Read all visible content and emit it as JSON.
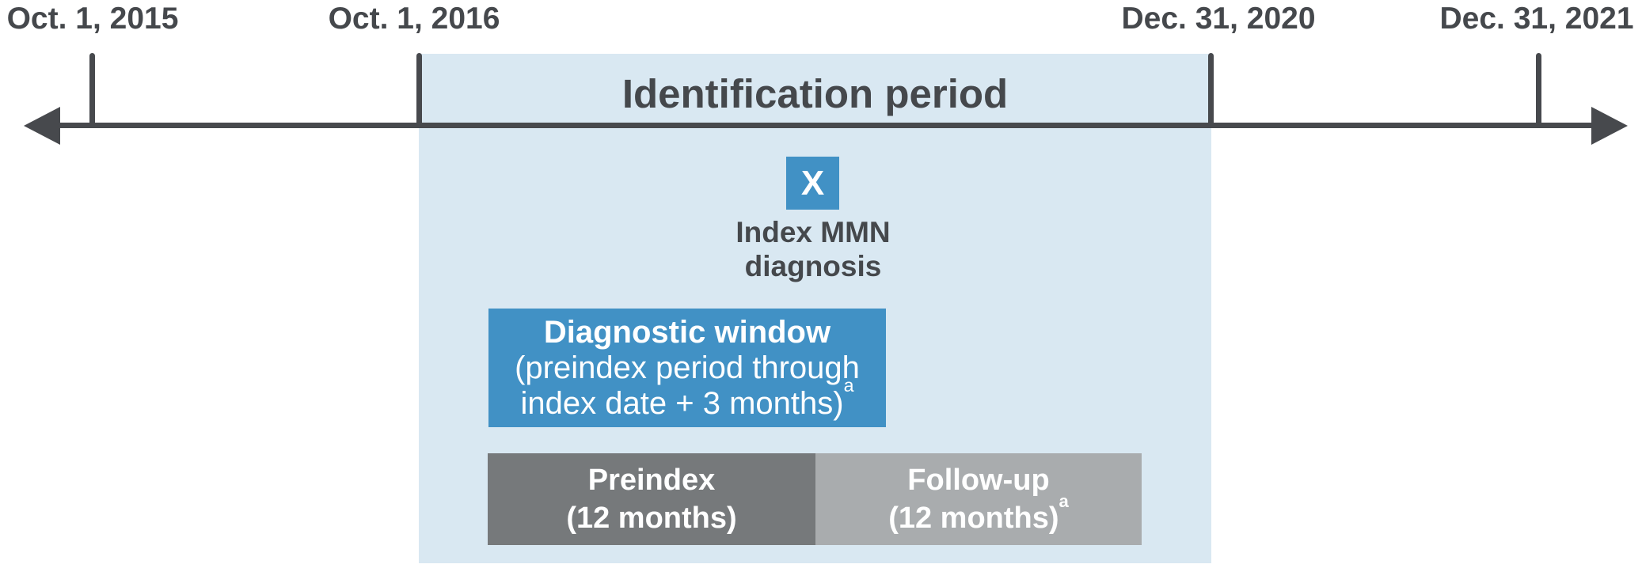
{
  "colors": {
    "axis_dark_gray": "#47494d",
    "text_dark_gray": "#45484c",
    "identification_region_blue": "#d9e8f2",
    "accent_blue": "#4191c5",
    "preindex_box_gray": "#76797b",
    "followup_box_gray": "#a9acae",
    "box_text_white": "#ffffff"
  },
  "timeline": {
    "dates": [
      {
        "label": "Oct. 1, 2015"
      },
      {
        "label": "Oct. 1, 2016"
      },
      {
        "label": "Dec. 31, 2020"
      },
      {
        "label": "Dec. 31, 2021"
      }
    ]
  },
  "identification_period": {
    "label": "Identification period"
  },
  "index_event": {
    "marker": "X",
    "label_line1": "Index MMN",
    "label_line2": "diagnosis"
  },
  "diagnostic_window": {
    "title": "Diagnostic window",
    "detail_line1": "(preindex period through",
    "detail_line2": "index date + 3 months)",
    "footnote_marker": "a"
  },
  "preindex_period": {
    "title": "Preindex",
    "duration": "(12 months)"
  },
  "followup_period": {
    "title": "Follow-up",
    "duration": "(12 months)",
    "footnote_marker": "a"
  }
}
